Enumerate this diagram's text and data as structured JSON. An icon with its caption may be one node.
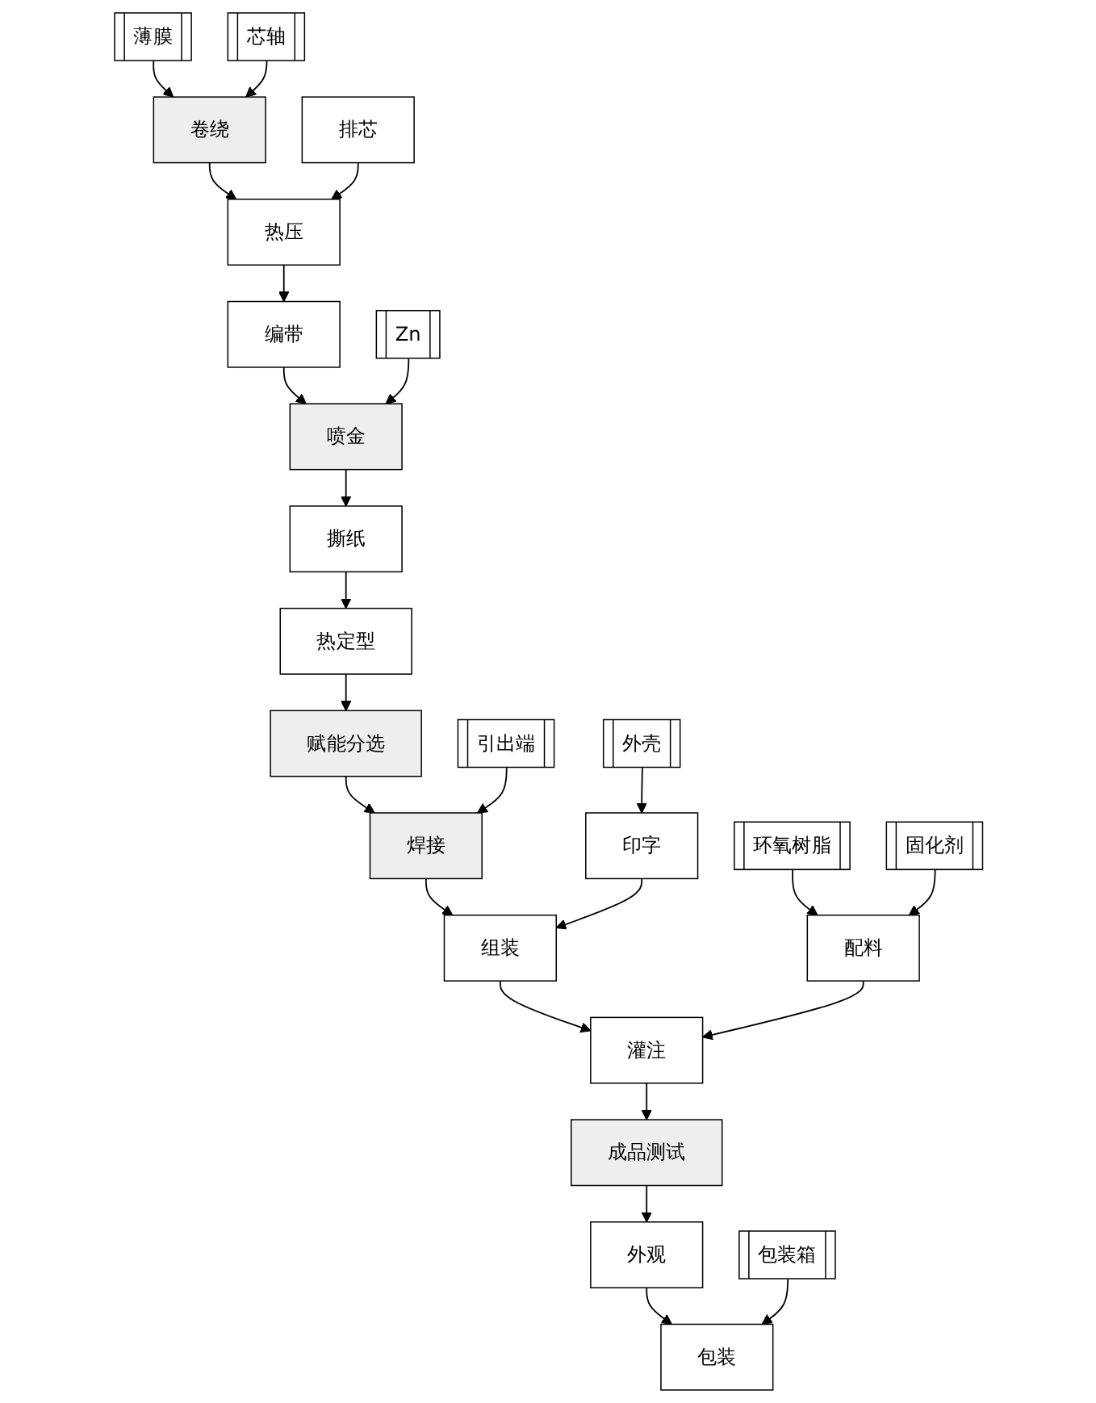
{
  "diagram": {
    "nodes": [
      {
        "text": [
          "薄膜"
        ]
      },
      {
        "text": [
          "芯轴"
        ]
      },
      {
        "text": [
          "卷绕"
        ]
      },
      {
        "text": [
          "热压"
        ]
      },
      {
        "text": [
          "排芯"
        ]
      },
      {
        "text": [
          "编带"
        ]
      },
      {
        "text": [
          "Zn"
        ]
      },
      {
        "text": [
          "喷金"
        ]
      },
      {
        "text": [
          "撕纸"
        ]
      },
      {
        "text": [
          "热定型"
        ]
      },
      {
        "text": [
          "赋能分选"
        ]
      },
      {
        "text": [
          "引出端"
        ]
      },
      {
        "text": [
          "焊接"
        ]
      },
      {
        "text": [
          "外壳"
        ]
      },
      {
        "text": [
          "印字"
        ]
      },
      {
        "text": [
          "组装"
        ]
      },
      {
        "text": [
          "环氧树脂"
        ]
      },
      {
        "text": [
          "配料"
        ]
      },
      {
        "text": [
          "灌注"
        ]
      },
      {
        "text": [
          "固化剂"
        ]
      },
      {
        "text": [
          "成品测试"
        ]
      },
      {
        "text": [
          "外观"
        ]
      },
      {
        "text": [
          "包装箱"
        ]
      },
      {
        "text": [
          "包装"
        ]
      }
    ],
    "edges": [
      {
        "from": 0,
        "to": 2,
        "arrow": "to"
      },
      {
        "from": 1,
        "to": 2,
        "arrow": "to"
      },
      {
        "from": 2,
        "to": 3,
        "arrow": "to"
      },
      {
        "from": 4,
        "to": 3,
        "arrow": "to"
      },
      {
        "from": 3,
        "to": 5,
        "arrow": "to"
      },
      {
        "from": 5,
        "to": 7,
        "arrow": "to"
      },
      {
        "from": 6,
        "to": 7,
        "arrow": "to"
      },
      {
        "from": 7,
        "to": 8,
        "arrow": "to"
      },
      {
        "from": 8,
        "to": 9,
        "arrow": "to"
      },
      {
        "from": 9,
        "to": 10,
        "arrow": "to"
      },
      {
        "from": 10,
        "to": 12,
        "arrow": "to"
      },
      {
        "from": 11,
        "to": 12,
        "arrow": "to"
      },
      {
        "from": 12,
        "to": 15,
        "arrow": "to"
      },
      {
        "from": 13,
        "to": 14,
        "arrow": "to"
      },
      {
        "from": 14,
        "to": 15,
        "arrow": "to"
      },
      {
        "from": 15,
        "to": 18,
        "arrow": "to"
      },
      {
        "from": 16,
        "to": 17,
        "arrow": "to"
      },
      {
        "from": 19,
        "to": 17,
        "arrow": "to"
      },
      {
        "from": 17,
        "to": 18,
        "arrow": "to"
      },
      {
        "from": 18,
        "to": 20,
        "arrow": "to"
      },
      {
        "from": 20,
        "to": 21,
        "arrow": "to"
      },
      {
        "from": 21,
        "to": 23,
        "arrow": "to"
      },
      {
        "from": 22,
        "to": 23,
        "arrow": "to"
      }
    ]
  }
}
